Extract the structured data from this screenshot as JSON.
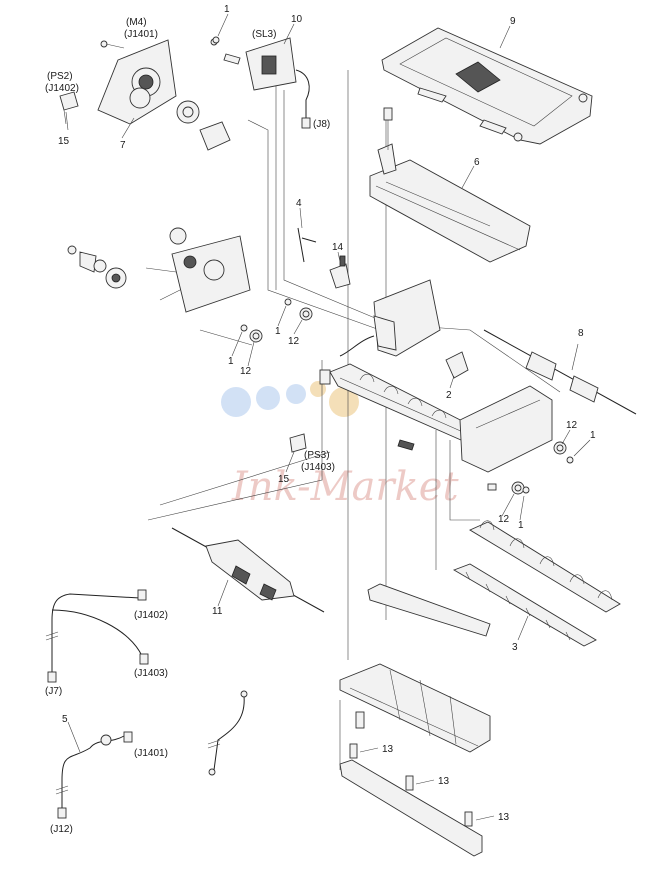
{
  "diagram": {
    "labels": {
      "m4": "(M4)",
      "j1401_top": "(J1401)",
      "ps2": "(PS2)",
      "j1402_top": "(J1402)",
      "sl3": "(SL3)",
      "j8": "(J8)",
      "ps3": "(PS3)",
      "j1403_mid": "(J1403)",
      "j1402_wire": "(J1402)",
      "j1403_wire": "(J1403)",
      "j7": "(J7)",
      "j1401_wire": "(J1401)",
      "j12": "(J12)"
    },
    "callouts": {
      "c1a": "1",
      "c1b": "1",
      "c1c": "1",
      "c1d": "1",
      "c1e": "1",
      "c2": "2",
      "c3": "3",
      "c4": "4",
      "c5": "5",
      "c6": "6",
      "c7": "7",
      "c8": "8",
      "c9": "9",
      "c10": "10",
      "c11": "11",
      "c12a": "12",
      "c12b": "12",
      "c12c": "12",
      "c12d": "12",
      "c13a": "13",
      "c13b": "13",
      "c13c": "13",
      "c14": "14",
      "c15a": "15",
      "c15b": "15"
    },
    "watermark": "Ink-Market"
  }
}
